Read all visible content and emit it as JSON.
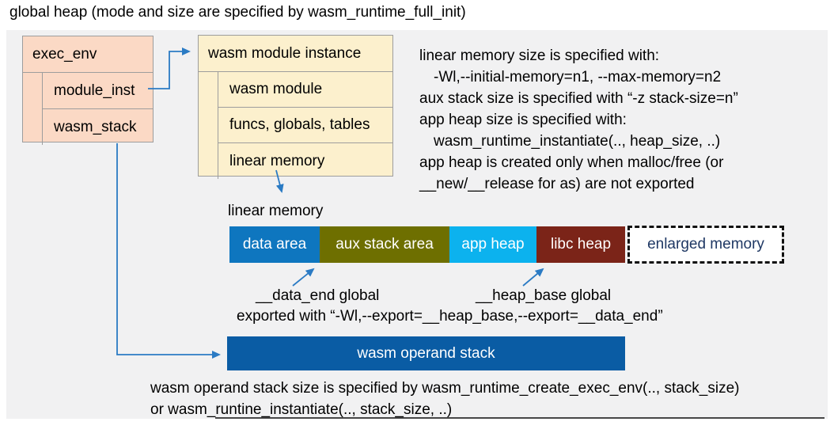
{
  "title": "global heap (mode and size are specified by wasm_runtime_full_init)",
  "exec_env": {
    "header": "exec_env",
    "rows": [
      "module_inst",
      "wasm_stack"
    ]
  },
  "module_instance": {
    "header": "wasm module instance",
    "rows": [
      "wasm module",
      "funcs, globals, tables",
      "linear memory"
    ]
  },
  "notes": {
    "lines": [
      "linear memory size is specified with:",
      "-Wl,--initial-memory=n1, --max-memory=n2",
      "aux stack size is specified with “-z stack-size=n”",
      "app heap size is specified with:",
      "wasm_runtime_instantiate(.., heap_size, ..)",
      "app heap is created only when malloc/free (or",
      "__new/__release for as) are not exported"
    ]
  },
  "linear_memory": {
    "label": "linear memory",
    "segments": [
      {
        "label": "data area",
        "color": "#0e76bf"
      },
      {
        "label": "aux stack area",
        "color": "#6e6f00"
      },
      {
        "label": "app heap",
        "color": "#0cb2ee"
      },
      {
        "label": "libc heap",
        "color": "#7b2418"
      },
      {
        "label": "enlarged memory",
        "color": "#ffffff",
        "border_style": "dashed",
        "text_color": "#1f3864"
      }
    ],
    "data_end_label": "__data_end global",
    "heap_base_label": "__heap_base global",
    "export_note": "exported with “-Wl,--export=__heap_base,--export=__data_end”"
  },
  "operand_stack": {
    "label": "wasm operand stack",
    "color": "#0a5ca4",
    "notes": [
      "wasm operand stack size is specified by wasm_runtime_create_exec_env(.., stack_size)",
      "or wasm_runtine_instantiate(.., stack_size, ..)"
    ]
  },
  "colors": {
    "panel_bg": "#f1f1f2",
    "exec_env_fill": "#fbd9c5",
    "module_instance_fill": "#fcf0cd",
    "box_border": "#9d9d9d",
    "arrow_blue": "#2b7bc4"
  }
}
